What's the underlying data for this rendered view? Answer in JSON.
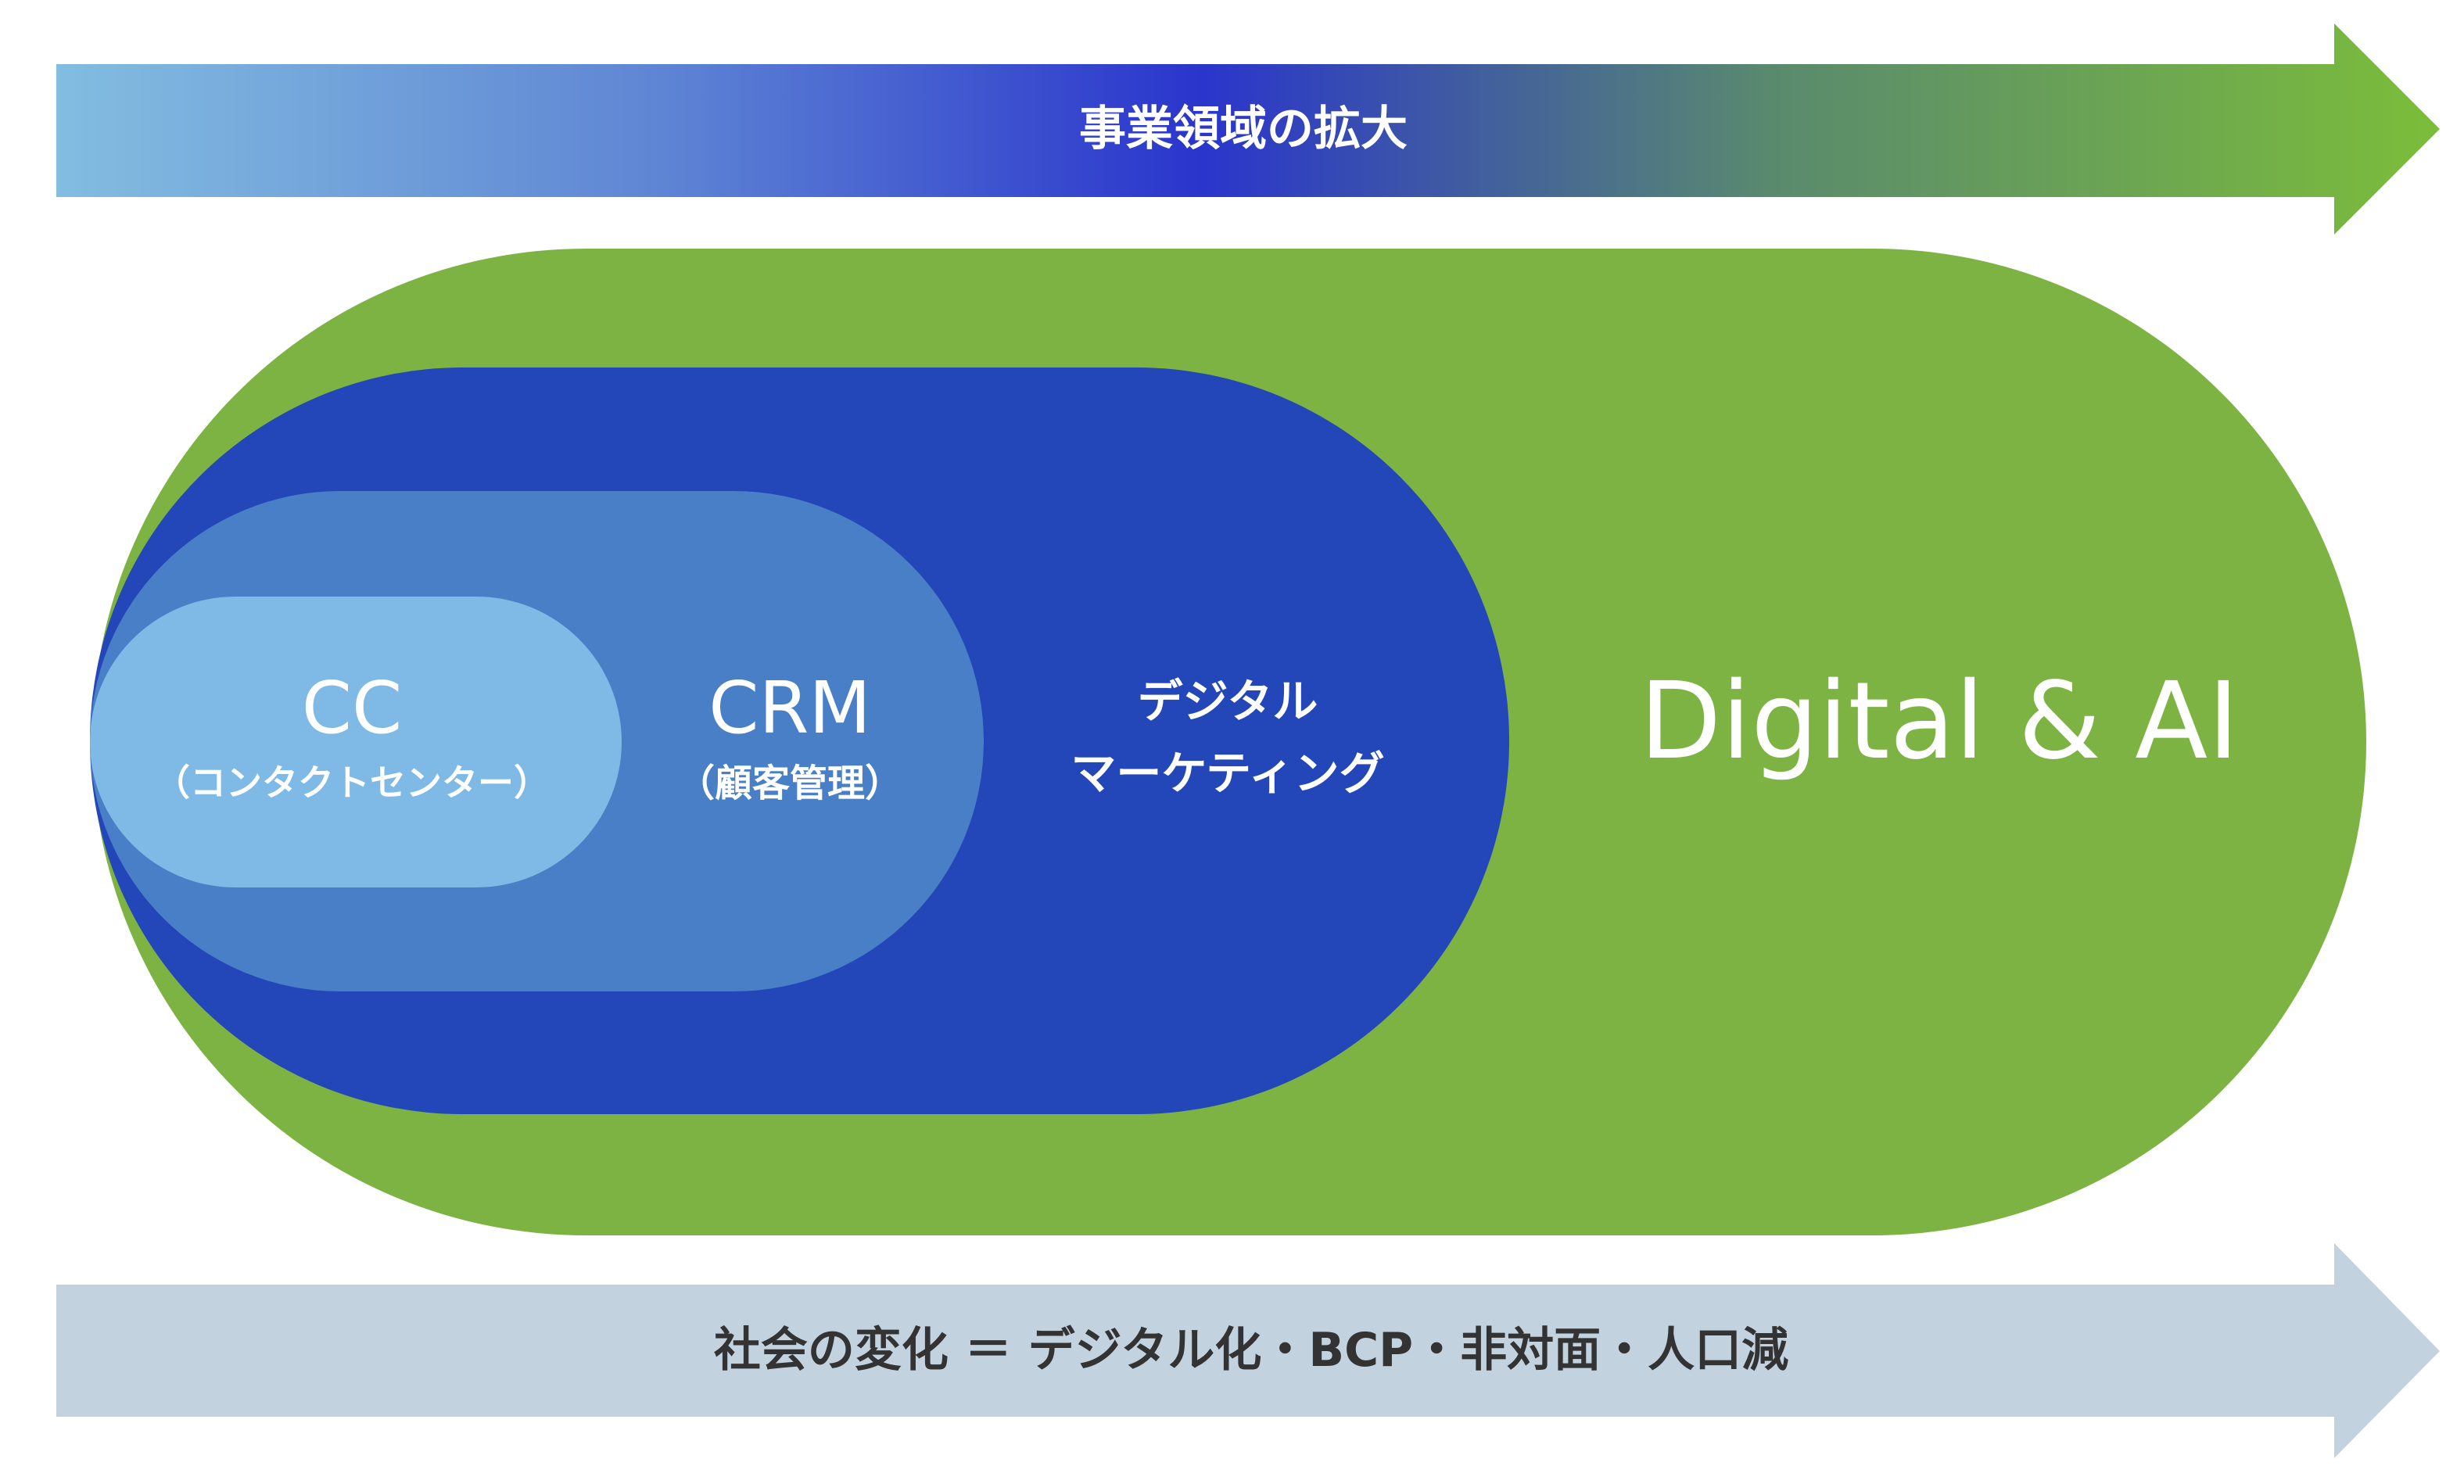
{
  "top_arrow": {
    "label": "事業領域の拡大"
  },
  "bottom_arrow": {
    "label": "社会の変化 ＝ デジタル化・BCP・非対面・人口減"
  },
  "layers": {
    "digital_ai": {
      "title": "Digital & AI"
    },
    "digital_marketing": {
      "line1": "デジタル",
      "line2": "マーケティング"
    },
    "crm": {
      "title": "CRM",
      "subtitle": "（顧客管理）"
    },
    "cc": {
      "title": "CC",
      "subtitle": "（コンタクトセンター）"
    }
  },
  "colors": {
    "green": "#7cb342",
    "dark_blue": "#2346b8",
    "mid_blue": "#497fc6",
    "light_blue": "#7fb9e6",
    "bottom_arrow": "#c3d2df",
    "top_gradient": [
      "#83bde0",
      "#2a35cc",
      "#7cbd3a"
    ]
  }
}
